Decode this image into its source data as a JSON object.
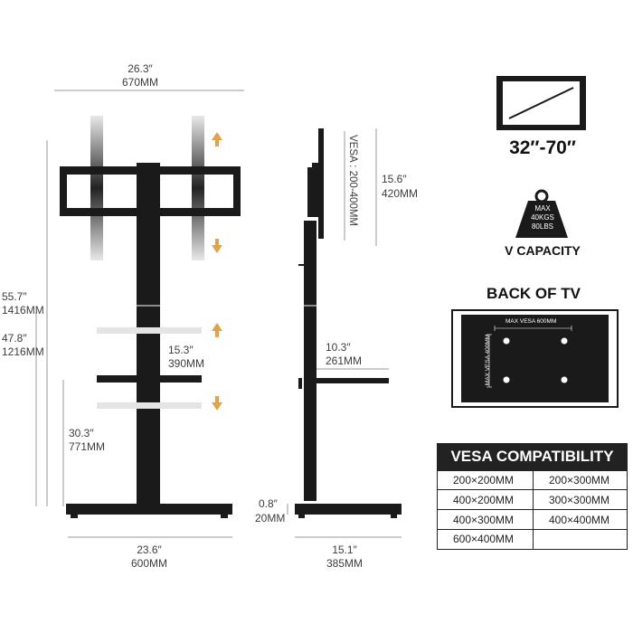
{
  "front_view": {
    "top_width_in": "26.3″",
    "top_width_mm": "670MM",
    "height_max_in": "55.7″",
    "height_max_mm": "1416MM",
    "height_min_in": "47.8″",
    "height_min_mm": "1216MM",
    "shelf_gap_in": "15.3″",
    "shelf_gap_mm": "390MM",
    "shelf_height_in": "30.3″",
    "shelf_height_mm": "771MM",
    "base_width_in": "23.6″",
    "base_width_mm": "600MM"
  },
  "side_view": {
    "vesa_label": "VESA : 200-400MM",
    "bracket_height_in": "15.6″",
    "bracket_height_mm": "420MM",
    "shelf_depth_in": "10.3″",
    "shelf_depth_mm": "261MM",
    "base_thickness_in": "0.8″",
    "base_thickness_mm": "20MM",
    "base_depth_in": "15.1″",
    "base_depth_mm": "385MM"
  },
  "screen_size": "32″-70″",
  "capacity": {
    "weight_lines": [
      "MAX",
      "40KGS",
      "80LBS"
    ],
    "label": "V CAPACITY"
  },
  "back_of_tv": {
    "title": "BACK OF TV",
    "max_vesa_h": "MAX VESA 600MM",
    "max_vesa_v": "MAX VESA 400MM"
  },
  "vesa_compat": {
    "title": "VESA COMPATIBILITY",
    "rows": [
      [
        "200×200MM",
        "200×300MM"
      ],
      [
        "400×200MM",
        "300×300MM"
      ],
      [
        "400×300MM",
        "400×400MM"
      ],
      [
        "600×400MM",
        ""
      ]
    ]
  },
  "colors": {
    "frame": "#1a1a1a",
    "arrow": "#e0a24a",
    "dim_line": "#9a9a9a",
    "header_bg": "#222222"
  }
}
